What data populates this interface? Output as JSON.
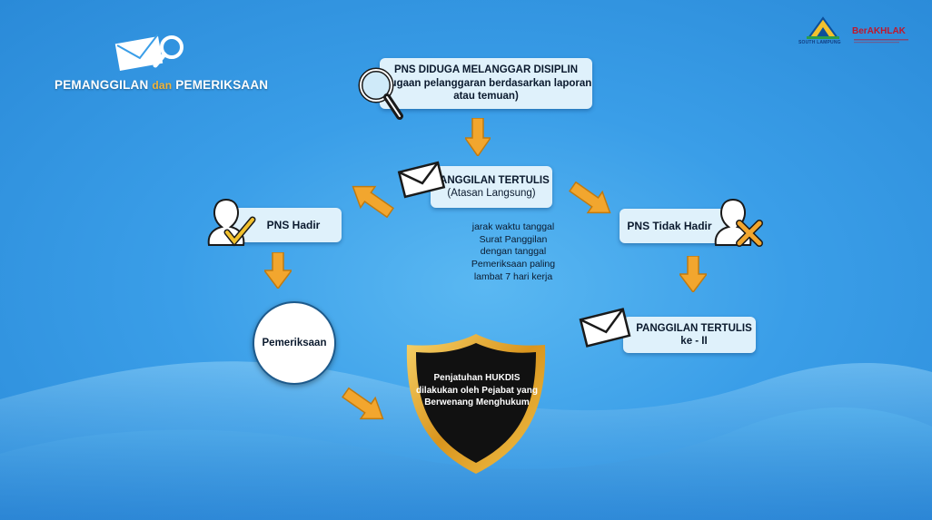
{
  "title": {
    "part1": "PEMANGGILAN",
    "part2": "dan",
    "part3": "PEMERIKSAAN"
  },
  "logos": {
    "region": "SOUTH LAMPUNG",
    "brand": "BerAKHLAK"
  },
  "nodes": {
    "start": {
      "line1": "PNS DIDUGA MELANGGAR DISIPLIN",
      "line2": "(dugaan pelanggaran berdasarkan laporan",
      "line3": "atau temuan)"
    },
    "call1": {
      "line1": "PANGGILAN TERTULIS",
      "line2": "(Atasan Langsung)"
    },
    "present": {
      "label": "PNS Hadir"
    },
    "absent": {
      "label": "PNS Tidak Hadir"
    },
    "call2": {
      "line1": "PANGGILAN TERTULIS",
      "line2": "ke - II"
    },
    "exam": {
      "label": "Pemeriksaan"
    },
    "verdict": {
      "line1": "Penjatuhan HUKDIS",
      "line2": "dilakukan oleh Pejabat yang",
      "line3": "Berwenang Menghukum"
    }
  },
  "note": {
    "line1": "jarak waktu tanggal",
    "line2": "Surat Panggilan",
    "line3": "dengan tanggal",
    "line4": "Pemeriksaan paling",
    "line5": "lambat 7 hari kerja"
  },
  "colors": {
    "arrow": "#f2a62e",
    "box": "#dff1fb",
    "shield_gold": "#e0a22a",
    "shield_dark": "#111111"
  }
}
